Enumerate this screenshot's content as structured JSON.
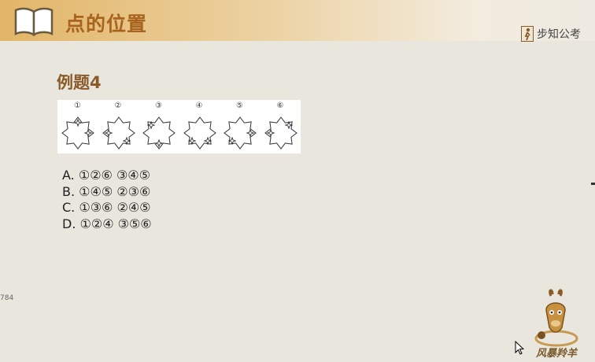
{
  "header": {
    "title": "点的位置",
    "brand": "步知公考"
  },
  "example": {
    "title": "例题4",
    "figures": [
      {
        "num": "①",
        "marks": [
          "top",
          "right"
        ]
      },
      {
        "num": "②",
        "marks": [
          "left",
          "bottom-right"
        ]
      },
      {
        "num": "③",
        "marks": [
          "top-left",
          "bottom"
        ]
      },
      {
        "num": "④",
        "marks": [
          "bottom-left",
          "bottom-right"
        ]
      },
      {
        "num": "⑤",
        "marks": [
          "right",
          "bottom-left"
        ]
      },
      {
        "num": "⑥",
        "marks": [
          "left",
          "top-right"
        ]
      }
    ]
  },
  "options": [
    {
      "letter": "A.",
      "text": "①②⑥ ③④⑤"
    },
    {
      "letter": "B.",
      "text": "①④⑤ ②③⑥"
    },
    {
      "letter": "C.",
      "text": "①③⑥ ②④⑤"
    },
    {
      "letter": "D.",
      "text": "①②④ ③⑤⑥"
    }
  ],
  "side_number": "784",
  "mascot": {
    "text": "风暴羚羊"
  },
  "colors": {
    "header_accent": "#e2b568",
    "title": "#a8641f",
    "example_title": "#8a5a28"
  }
}
